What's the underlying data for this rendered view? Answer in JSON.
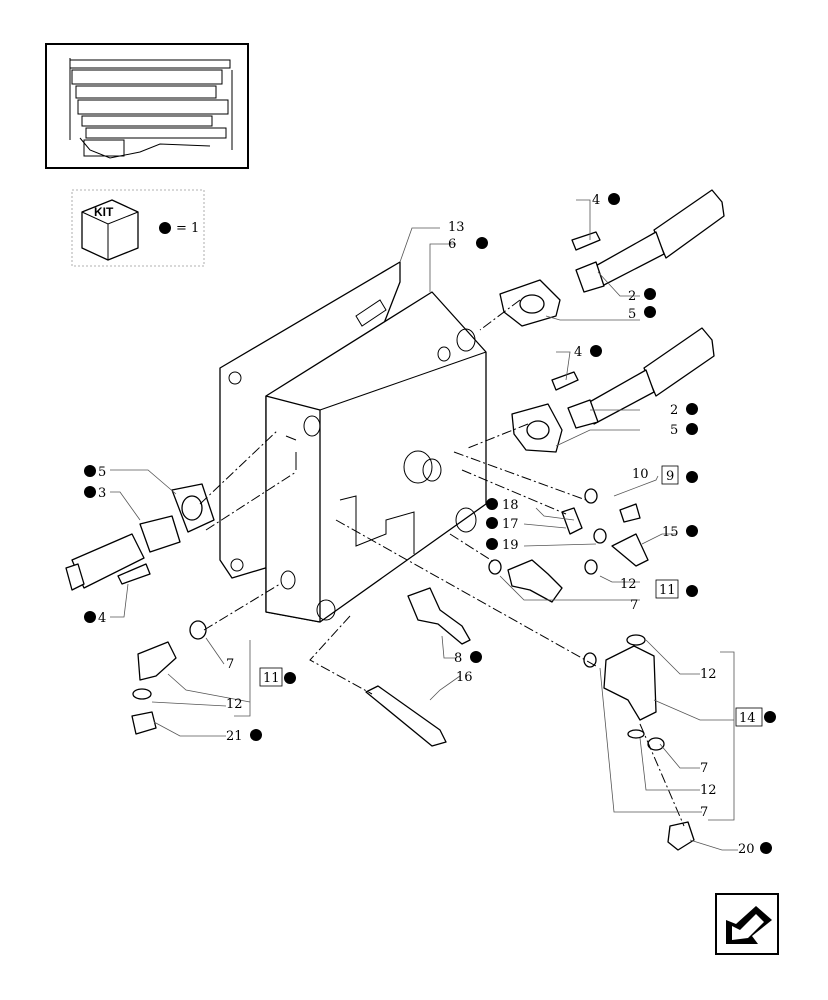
{
  "kit": {
    "label": "KIT",
    "ref": "= 1"
  },
  "callouts": {
    "c2a": "2",
    "c2b": "2",
    "c3": "3",
    "c4a": "4",
    "c4b": "4",
    "c4c": "4",
    "c5a": "5",
    "c5b": "5",
    "c5c": "5",
    "c6": "6",
    "c7a": "7",
    "c7b": "7",
    "c7c": "7",
    "c7d": "7",
    "c8": "8",
    "c9": "9",
    "c10": "10",
    "c11a": "11",
    "c11b": "11",
    "c12a": "12",
    "c12b": "12",
    "c12c": "12",
    "c12d": "12",
    "c13": "13",
    "c14": "14",
    "c15": "15",
    "c16": "16",
    "c17": "17",
    "c18": "18",
    "c19": "19",
    "c20": "20",
    "c21": "21"
  },
  "icons": {
    "overview": "transmission-overview-icon",
    "nav": "next-page-arrow-icon"
  }
}
